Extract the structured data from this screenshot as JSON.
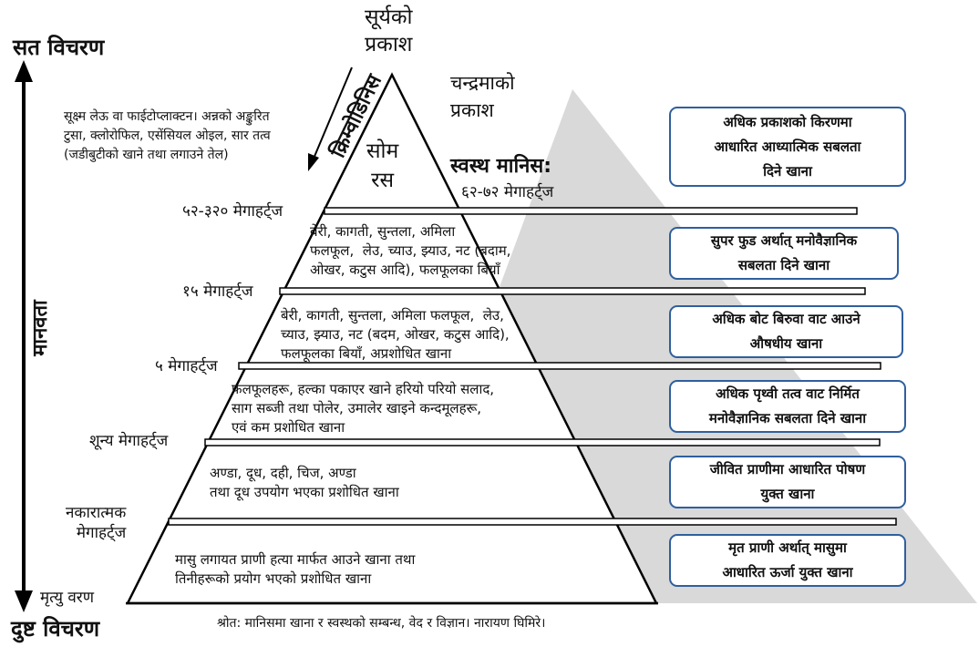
{
  "left_axis": {
    "top_label": "सत विचरण",
    "bottom_label": "दुष्ट विचरण",
    "middle_label": "मानवता",
    "bottom_small": "मृत्यु वरण"
  },
  "top": {
    "sun_light": "सूर्यको\nप्रकाश",
    "moon_light": "चन्द्रमाको\nप्रकाश",
    "process": "क्रिम्वोडिनिस",
    "soma": "सोम\nरस",
    "left_note": "सूक्ष्म लेऊ वा फाईटोप्लाक्टन। अन्नको अङ्कुरित\nटुसा, क्लोरोफिल, एसेंसियल ओइल, सार तत्व\n(जडीबुटीको खाने तथा लगाउने तेल)",
    "healthy_human": "स्वस्थ मानिस:",
    "healthy_freq": "६२-७२ मेगाहर्ट्ज"
  },
  "frequencies": [
    "५२-३२० मेगाहर्ट्ज",
    "१५ मेगाहर्ट्ज",
    "५ मेगाहर्ट्ज",
    "शून्य मेगाहर्ट्ज",
    "नकारात्मक\nमेगाहर्ट्ज"
  ],
  "levels": [
    "बेरी, कागती, सुन्तला, अमिला\nफलफूल,  लेउ, च्याउ, झ्याउ, नट (बदाम,\nओखर, कटुस आदि), फलफूलका बियाँ",
    "बेरी, कागती, सुन्तला, अमिला फलफूल,  लेउ,\nच्याउ, झ्याउ, नट (बदम, ओखर, कटुस आदि),\nफलफूलका बियाँ, अप्रशोधित खाना",
    "फलफूलहरू, हल्का पकाएर खाने हरियो परियो सलाद,\nसाग सब्जी तथा पोलेर, उमालेर खाइने कन्दमूलहरू,\nएवं कम प्रशोधित खाना",
    "अण्डा, दूध, दही, चिज, अण्डा\nतथा दूध उपयोग भएका प्रशोधित खाना",
    "मासु लगायत प्राणी हत्या मार्फत आउने खाना तथा\nतिनीहरूको प्रयोग भएको प्रशोधित खाना"
  ],
  "boxes": [
    "अधिक प्रकाशको किरणमा\nआधारित आध्यात्मिक सबलता\nदिने खाना",
    "सुपर फुड अर्थात् मनोवैज्ञानिक\nसबलता दिने खाना",
    "अधिक बोट बिरुवा वाट आउने\nऔषधीय खाना",
    "अधिक पृथ्वी तत्व वाट निर्मित\nमनोवैज्ञानिक सबलता दिने खाना",
    "जीवित प्राणीमा आधारित पोषण\nयुक्त खाना",
    "मृत प्राणी अर्थात् मासुमा\nआधारित ऊर्जा युक्त खाना"
  ],
  "source": "श्रोत: मानिसमा खाना र स्वस्थको सम्बन्ध, वेद र विज्ञान। नारायण घिमिरे।",
  "colors": {
    "box_border": "#2f5f9e",
    "shadow": "#d9d9d9",
    "line": "#000000"
  }
}
